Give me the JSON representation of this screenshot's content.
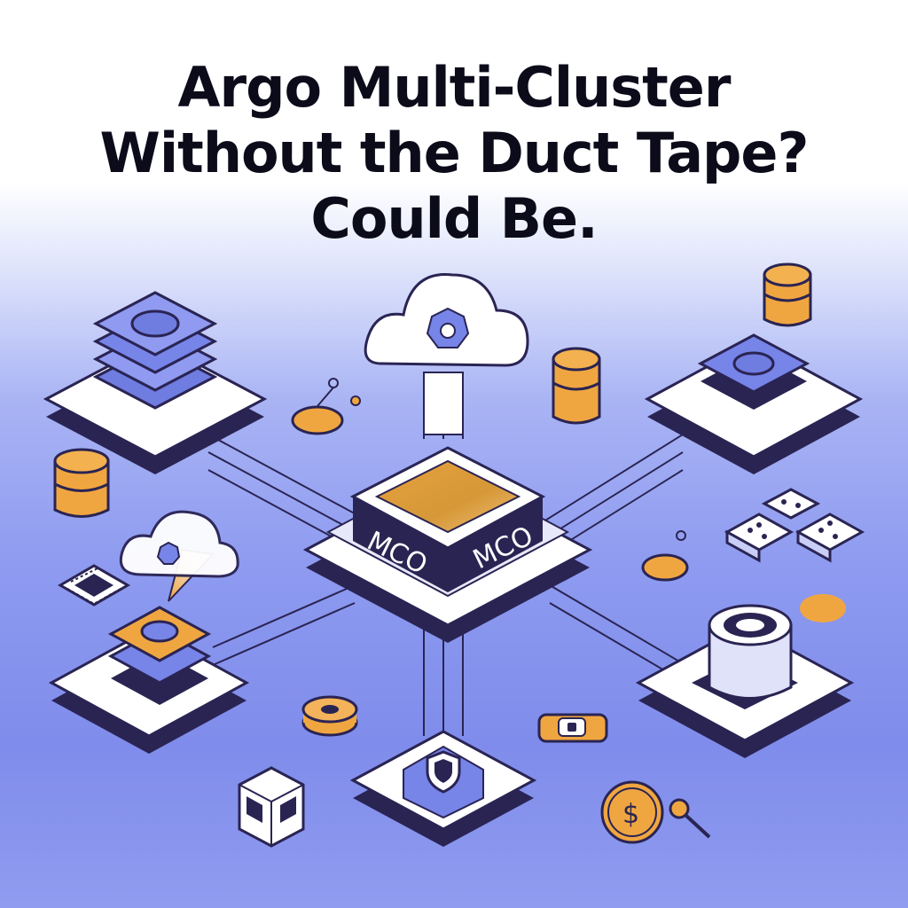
{
  "title": {
    "lines": [
      "Argo Multi-Cluster",
      "Without the Duct Tape?",
      "Could Be."
    ]
  },
  "hub": {
    "label_left": "MCO",
    "label_right": "MCO"
  },
  "colors": {
    "outline": "#2a2453",
    "accent_orange": "#f0a640",
    "accent_blue": "#7784e8",
    "platform_white": "#ffffff",
    "background_blue": "#8e9bf0"
  },
  "icons": [
    "cloud-icon",
    "kubernetes-helm-icon",
    "database-icon",
    "server-stack-icon",
    "shield-icon",
    "dollar-coin-icon",
    "magnifier-icon",
    "chip-icon",
    "dice-icon",
    "toggle-icon"
  ],
  "coin_symbol": "$"
}
